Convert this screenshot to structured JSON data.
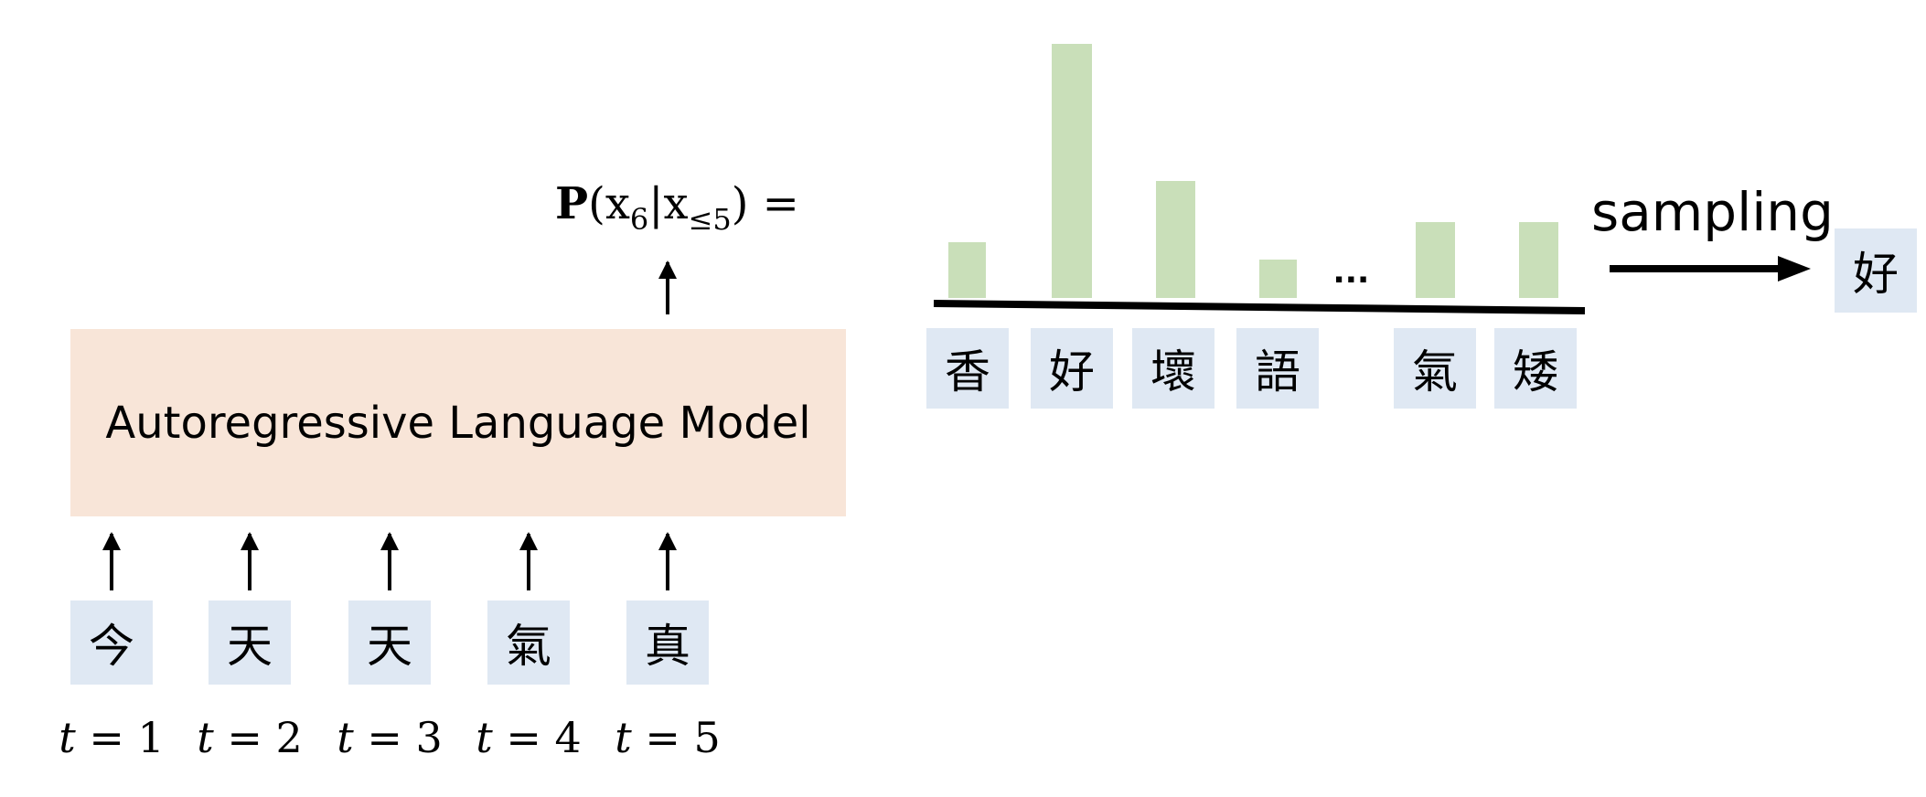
{
  "model": {
    "label": "Autoregressive Language Model"
  },
  "inputs": [
    {
      "token": "今",
      "time_label": "t = 1"
    },
    {
      "token": "天",
      "time_label": "t = 2"
    },
    {
      "token": "天",
      "time_label": "t = 3"
    },
    {
      "token": "氣",
      "time_label": "t = 4"
    },
    {
      "token": "真",
      "time_label": "t = 5"
    }
  ],
  "formula": {
    "func": "P",
    "open": "(",
    "target": "x",
    "target_sub": "6",
    "bar": "|",
    "cond": "x",
    "cond_sub": "≤5",
    "close": ")",
    "equals": " ="
  },
  "distribution": {
    "ellipsis": "...",
    "tokens": [
      "香",
      "好",
      "壞",
      "語",
      "氣",
      "矮"
    ],
    "relative_probabilities": [
      0.22,
      1.0,
      0.46,
      0.15,
      0.3,
      0.3
    ],
    "bar_color": "#c9dfb9"
  },
  "sampling": {
    "label": "sampling",
    "result": "好"
  },
  "colors": {
    "model_fill": "#f8e5d8",
    "token_fill": "#dfe8f3"
  }
}
